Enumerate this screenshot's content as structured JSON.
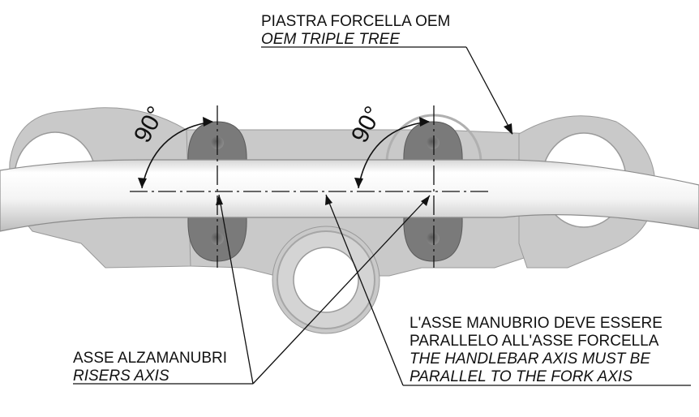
{
  "labels": {
    "triple_tree_it": "PIASTRA FORCELLA OEM",
    "triple_tree_en": "OEM TRIPLE TREE",
    "angle_left": "90°",
    "angle_right": "90°",
    "risers_axis_it": "ASSE ALZAMANUBRI",
    "risers_axis_en": "RISERS AXIS",
    "handlebar_note_it_1": "L'ASSE MANUBRIO DEVE ESSERE",
    "handlebar_note_it_2": "PARALLELO ALL'ASSE FORCELLA",
    "handlebar_note_en_1": "THE HANDLEBAR AXIS MUST BE",
    "handlebar_note_en_2": "PARALLEL TO THE FORK AXIS"
  },
  "colors": {
    "triple_tree": "#c9c9c9",
    "triple_tree_edge": "#9a9a9a",
    "riser_clamp": "#7a7a7a",
    "handlebar": "#f2f2f2",
    "handlebar_edge": "#8c8c8c",
    "ink": "#111111"
  }
}
